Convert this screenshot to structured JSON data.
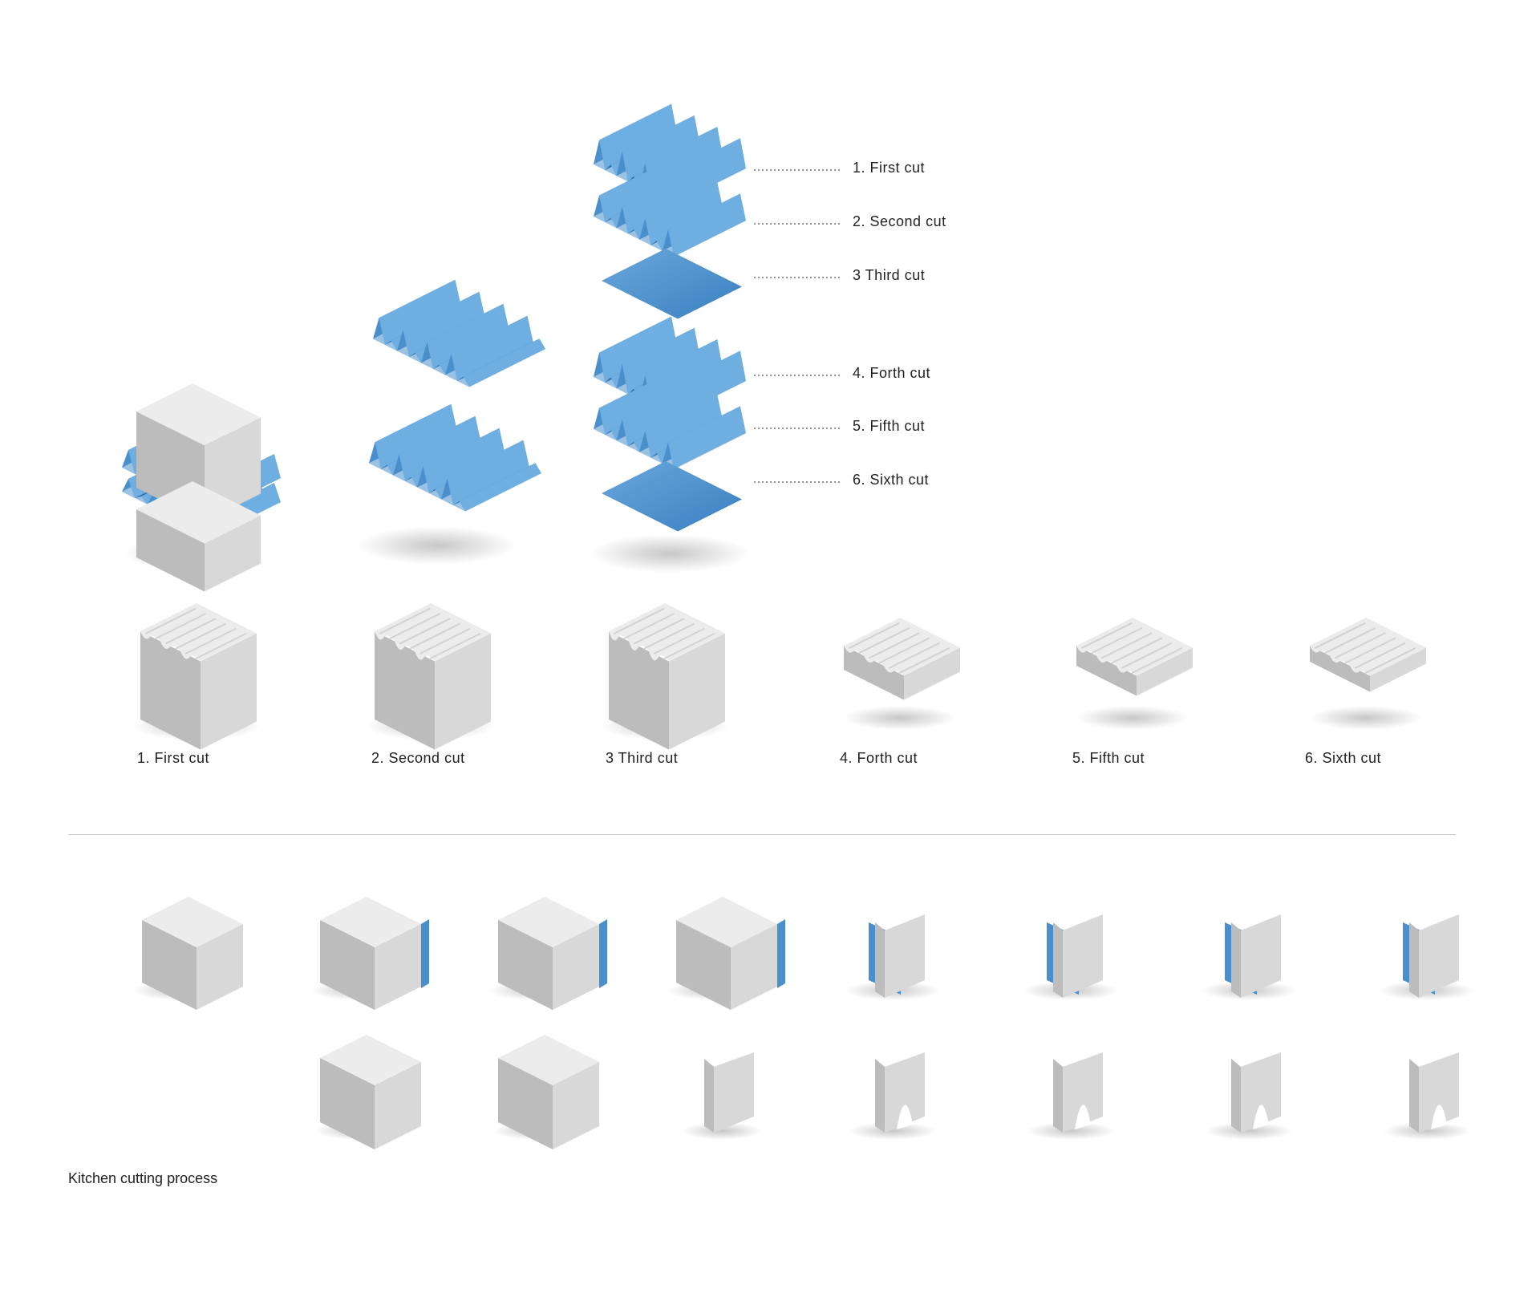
{
  "colors": {
    "sheet_blue": "#4a8fcc",
    "sheet_blue_dark": "#2f6ea8",
    "block_top": "#ececec",
    "block_left": "#bcbcbc",
    "block_right": "#d8d8d8",
    "leader_line": "#555555"
  },
  "exploded_labels": [
    "1. First cut",
    "2. Second cut",
    "3 Third cut",
    "4. Forth cut",
    "5. Fifth cut",
    "6. Sixth cut"
  ],
  "cut_row_labels": [
    "1. First cut",
    "2. Second cut",
    "3 Third cut",
    "4. Forth cut",
    "5. Fifth cut",
    "6. Sixth cut"
  ],
  "caption": "Kitchen cutting process"
}
